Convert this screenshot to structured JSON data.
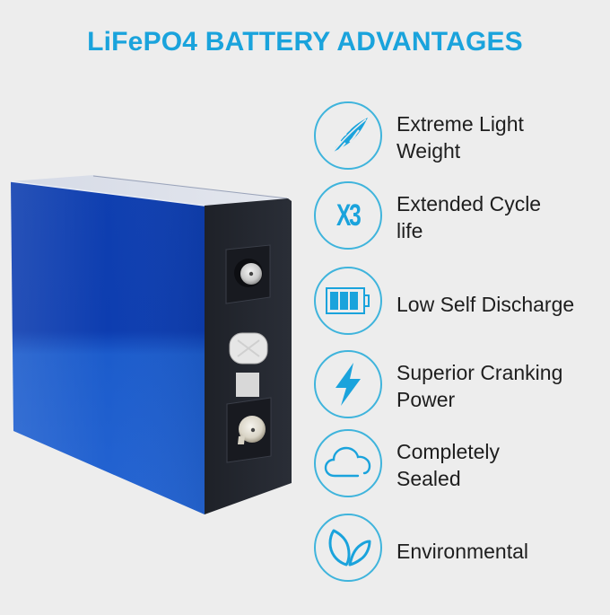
{
  "title": "LiFePO4 BATTERY ADVANTAGES",
  "colors": {
    "accent": "#1aa3dc",
    "icon_stroke": "#3fb4dc",
    "text": "#1e1e1e",
    "background": "#ededed",
    "battery_blue": "#1f55c8",
    "battery_cap": "#22252c"
  },
  "product_image": {
    "subject": "prismatic LiFePO4 battery cell",
    "body_color": "blue",
    "terminal_face_color": "black",
    "terminals": [
      "positive-terminal",
      "safety-vent",
      "label-plate",
      "negative-terminal"
    ]
  },
  "features": [
    {
      "icon": "feather-icon",
      "lines": [
        "Extreme Light",
        "Weight"
      ]
    },
    {
      "icon": "x3-icon",
      "icon_text": "X3",
      "lines": [
        "Extended Cycle",
        "life"
      ]
    },
    {
      "icon": "battery-icon",
      "lines": [
        "Low Self Discharge"
      ]
    },
    {
      "icon": "lightning-icon",
      "lines": [
        "Superior Cranking",
        "Power"
      ]
    },
    {
      "icon": "cloud-icon",
      "lines": [
        "Completely",
        "Sealed"
      ]
    },
    {
      "icon": "leaves-icon",
      "lines": [
        "Environmental"
      ]
    }
  ]
}
